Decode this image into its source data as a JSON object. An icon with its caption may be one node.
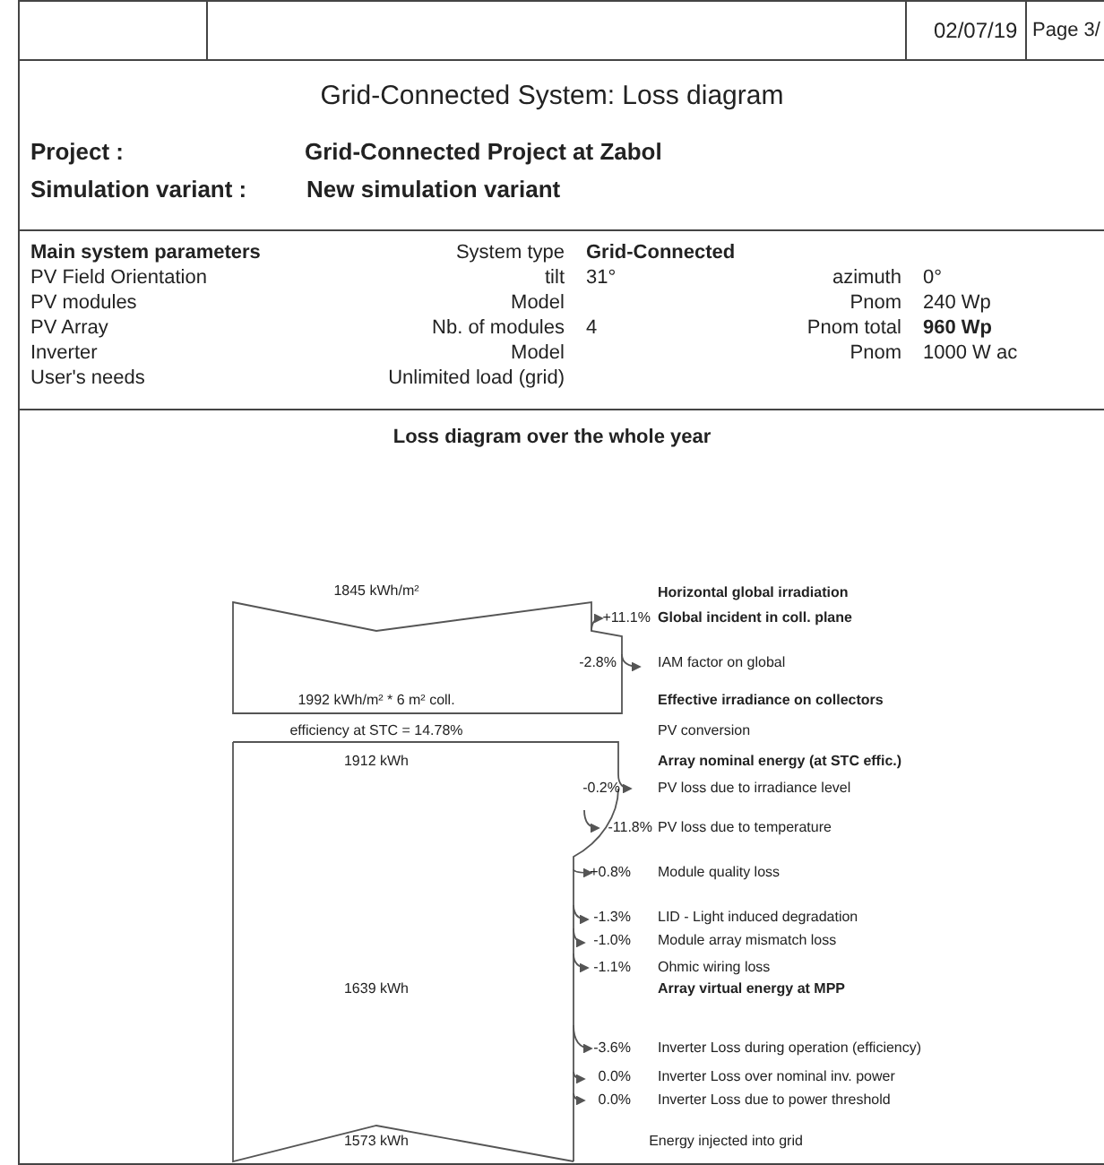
{
  "diagram": {
    "title": "Grid-Connected System: Loss diagram",
    "labels": [
      "02/07/19",
      "Page 3/",
      "Project :",
      "Grid-Connected Project at Zabol",
      "Simulation variant :",
      "New simulation variant",
      "Main system parameters",
      "System type",
      "Grid-Connected",
      "PV Field Orientation",
      "tilt",
      "31°",
      "azimuth",
      "0°",
      "PV modules",
      "Model",
      "Pnom",
      "240 Wp",
      "PV Array",
      "Nb. of modules",
      "4",
      "Pnom total",
      "960 Wp",
      "Inverter",
      "Model",
      "Pnom",
      "1000 W ac",
      "User's needs",
      "Unlimited load (grid)",
      "Loss diagram over the whole year",
      "1845 kWh/m²",
      "Horizontal global irradiation",
      "+11.1%",
      "Global incident in coll. plane",
      "-2.8%",
      "IAM factor on global",
      "1992 kWh/m² * 6 m² coll.",
      "Effective irradiance on collectors",
      "efficiency at STC = 14.78%",
      "PV conversion",
      "1912 kWh",
      "Array nominal energy (at STC effic.)",
      "-0.2%",
      "PV loss due to irradiance level",
      "-11.8%",
      "PV loss due to temperature",
      "+0.8%",
      "Module quality loss",
      "-1.3%",
      "LID - Light induced degradation",
      "-1.0%",
      "Module array mismatch loss",
      "-1.1%",
      "Ohmic wiring loss",
      "1639 kWh",
      "Array virtual energy at MPP",
      "-3.6%",
      "Inverter Loss during operation (efficiency)",
      "0.0%",
      "Inverter Loss over nominal inv. power",
      "0.0%",
      "Inverter Loss due to power threshold",
      "1573 kWh",
      "Energy injected into grid"
    ]
  }
}
